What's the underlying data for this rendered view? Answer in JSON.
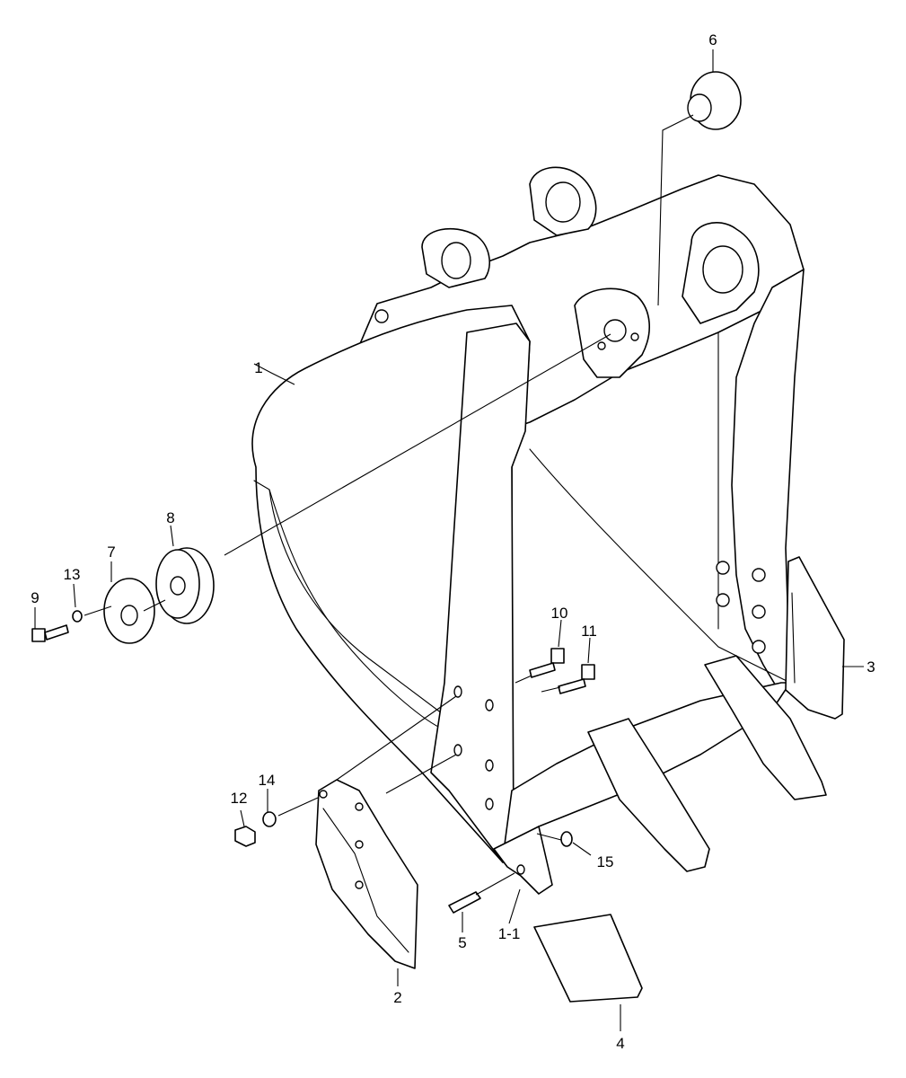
{
  "diagram": {
    "callouts": {
      "c1": "1",
      "c1_1": "1-1",
      "c2": "2",
      "c3": "3",
      "c4": "4",
      "c5": "5",
      "c6": "6",
      "c7": "7",
      "c8": "8",
      "c9": "9",
      "c10": "10",
      "c11": "11",
      "c12": "12",
      "c13": "13",
      "c14": "14",
      "c15": "15"
    }
  }
}
